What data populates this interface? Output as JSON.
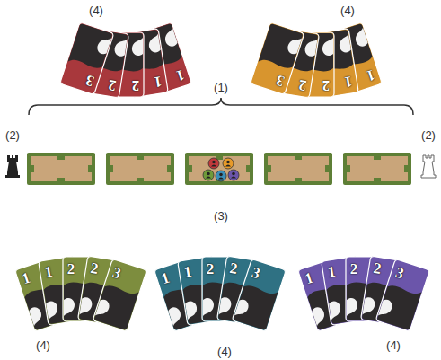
{
  "diagram": {
    "labels": [
      "(4)",
      "(4)",
      "(1)",
      "(2)",
      "(2)",
      "(3)",
      "(4)",
      "(4)",
      "(4)",
      "1",
      "1",
      "2",
      "2",
      "3",
      "1",
      "1",
      "2",
      "2",
      "3",
      "1",
      "1",
      "2",
      "2",
      "3",
      "1",
      "1",
      "2",
      "2",
      "3",
      "1",
      "1",
      "2",
      "2",
      "3"
    ]
  }
}
